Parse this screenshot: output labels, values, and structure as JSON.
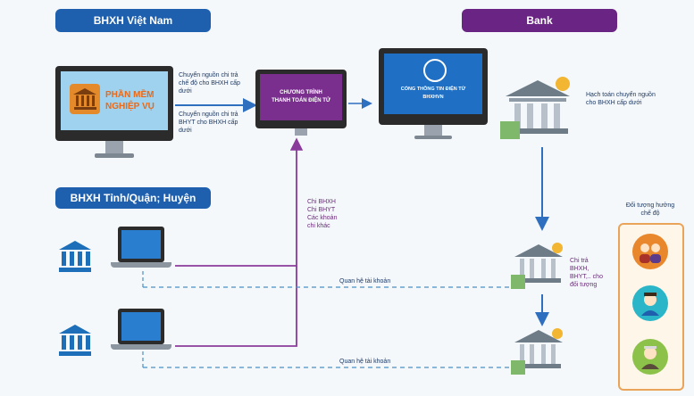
{
  "headers": {
    "bhxh_vn": "BHXH Việt Nam",
    "bank": "Bank",
    "bhxh_tinh": "BHXH Tỉnh/Quận; Huyện"
  },
  "monitors": {
    "software_line1": "PHẦN MỀM",
    "software_line2": "NGHIỆP VỤ",
    "payment_line1": "CHƯƠNG TRÌNH",
    "payment_line2": "THANH TOÁN ĐIỆN TỬ",
    "portal_line1": "CỔNG THÔNG TIN ĐIỆN TỬ",
    "portal_line2": "BHXHVN"
  },
  "labels": {
    "transfer_fund_1": "Chuyển nguồn chi trả chế độ cho BHXH cấp dưới",
    "transfer_fund_2": "Chuyển nguồn chi trả BHYT cho BHXH cấp dưới",
    "accounting": "Hạch toán chuyển nguồn cho BHXH cấp dưới",
    "expenses": "Chi BHXH Chi BHYT Các khoản chi khác",
    "account_relation_1": "Quan hệ tài khoản",
    "account_relation_2": "Quan hệ tài khoản",
    "pay_beneficiaries": "Chi trả BHXH, BHYT,.. cho đối tượng",
    "beneficiaries_title": "Đối tượng hưởng chế độ"
  },
  "colors": {
    "blue_header": "#1e5fae",
    "purple_header": "#6a2584",
    "connector": "#2f6fc0",
    "purple_line": "#8a3a9a",
    "dash": "#4a8fc4"
  }
}
